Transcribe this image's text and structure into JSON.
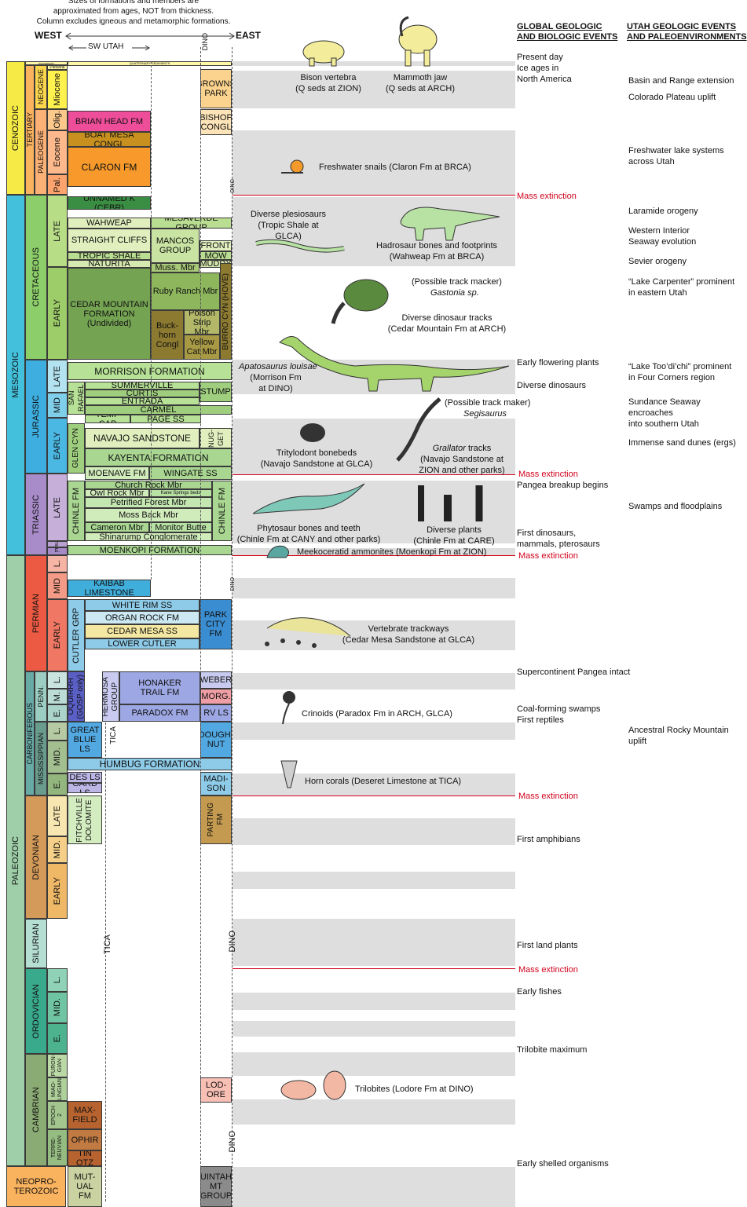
{
  "header": {
    "note": [
      "Sizes of formations and members are",
      "approximated from ages, NOT from thickness.",
      "Column excludes igneous and metamorphic formations."
    ],
    "west": "WEST",
    "east": "EAST",
    "sw_utah": "SW UTAH",
    "dino": "DINO",
    "global_head": [
      "GLOBAL GEOLOGIC",
      "AND BIOLOGIC EVENTS"
    ],
    "utah_head": [
      "UTAH GEOLOGIC EVENTS",
      "AND PALEOENVIRONMENTS"
    ]
  },
  "eras": [
    {
      "name": "CENOZOIC",
      "color": "#f6ea46"
    },
    {
      "name": "MESOZOIC",
      "color": "#43c1dc"
    },
    {
      "name": "PALEOZOIC",
      "color": "#9ecfa8"
    }
  ],
  "neoproterozoic": "NEOPRO-\nTEROZOIC",
  "periods": [
    "QUATERNARY",
    "TERTIARY",
    "NEOGENE",
    "PALEOGENE",
    "CRETACEOUS",
    "JURASSIC",
    "TRIASSIC",
    "PERMIAN",
    "CARBONIFEROUS",
    "PENN.",
    "MISSISSIPPIAN",
    "DEVONIAN",
    "SILURIAN",
    "ORDOVICIAN",
    "CAMBRIAN"
  ],
  "epochs": [
    "Pliocene",
    "Miocene",
    "Olig.",
    "Eocene",
    "Pal.",
    "LATE",
    "EARLY",
    "LATE",
    "MID",
    "EARLY",
    "LATE",
    "MID",
    "E.",
    "L.",
    "MID",
    "EARLY",
    "L.",
    "M.",
    "E.",
    "L.",
    "MID.",
    "E.",
    "LATE",
    "MID.",
    "EARLY",
    "L.",
    "MID.",
    "E.",
    "FURON-\nGIAN",
    "MIAO-\nLINGIAN",
    "EPOCH\n2",
    "TERRE-\nNEUVIAN"
  ],
  "formations": {
    "quat_seds": "QUATERNARY SEDIMENTS",
    "browns_park": "BROWNS\nPARK",
    "brian_head": "BRIAN HEAD FM",
    "bishop": "BISHOP\nCONGL",
    "boat_mesa": "BOAT MESA CONGL",
    "claron": "CLARON FM",
    "unnamed_k": "UNNAMED K (CEBR)",
    "wahweap": "WAHWEAP",
    "mesaverde": "MESAVERDE GROUP",
    "straight_cliffs": "STRAIGHT CLIFFS",
    "mancos": "MANCOS\nGROUP",
    "front": "FRONT",
    "mow": "MOW",
    "tropic": "TROPIC SHALE",
    "naturita": "NATURITA",
    "muddy": "MUDDY",
    "muss": "Muss. Mbr",
    "cedar_mtn": "CEDAR MOUNTAIN\nFORMATION\n(Undivided)",
    "ruby_ranch": "Ruby Ranch Mbr",
    "buckhorn": "Buck-\nhorn\nCongl",
    "poison": "Poison\nStrip Mbr",
    "yellow_cat": "Yellow\nCat Mbr",
    "burro": "BURRO CYN (HOVE)",
    "morrison": "MORRISON FORMATION",
    "san_rafael": "SAN RAFAEL",
    "summerville": "SUMMERVILLE",
    "curtis": "CURTIS",
    "entrada": "ENTRADA",
    "carmel": "CARMEL",
    "stump": "STUMP",
    "temp_cap": "TEMP CAP",
    "page": "PAGE SS",
    "glen_cyn": "GLEN CYN",
    "navajo": "NAVAJO SANDSTONE",
    "nugget": "NUG-\nGET",
    "kayenta": "KAYENTA FORMATION",
    "moenave": "MOENAVE FM",
    "wingate": "WINGATE SS",
    "chinle": "CHINLE FM",
    "church_rock": "Church Rock Mbr",
    "owl_rock": "Owl Rock Mbr",
    "kane": "Kane Springs beds",
    "petrified": "Petrified Forest Mbr",
    "moss_back": "Moss Back Mbr",
    "cameron": "Cameron Mbr",
    "monitor": "Monitor Butte",
    "shinarump": "Shinarump Conglomerate",
    "chinle2": "CHINLE FM",
    "moenkopi": "MOENKOPI FORMATION",
    "kaibab": "KAIBAB LIMESTONE",
    "cutler": "CUTLER GRP",
    "white_rim": "WHITE RIM SS",
    "organ_rock": "ORGAN ROCK FM",
    "cedar_mesa": "CEDAR MESA SS",
    "lower_cutler": "LOWER CUTLER",
    "park_city": "PARK\nCITY\nFM",
    "oquirrh": "OQUIRRH\n(GOSP only)",
    "hermosa": "HERMOSA\nGROUP",
    "honaker": "HONAKER\nTRAIL FM",
    "paradox": "PARADOX FM",
    "weber": "WEBER",
    "morg": "MORG.",
    "rv": "RV LS",
    "great_blue": "GREAT\nBLUE LS",
    "doughnut": "DOUGH-\nNUT",
    "humbug": "HUMBUG FORMATION",
    "des": "DES LS",
    "gard": "GARD LS",
    "madison": "MADI-\nSON",
    "fitchville": "FITCHVILLE\nDOLOMITE",
    "parting": "PARTING\nFM",
    "lodore": "LOD-\nORE",
    "maxfield": "MAX-\nFIELD",
    "ophir": "OPHIR",
    "tin": "TIN QTZ",
    "mutual": "MUT-\nUAL\nFM",
    "uintah": "UINTAH\nMT\nGROUP"
  },
  "column_labels": {
    "tica": "TICA",
    "dino": "DINO"
  },
  "fossils": {
    "bison": "Bison vertebra\n(Q seds at ZION)",
    "mammoth": "Mammoth jaw\n(Q seds at ARCH)",
    "snails": "Freshwater snails (Claron Fm at BRCA)",
    "plesiosaurs": "Diverse plesiosaurs\n(Tropic Shale at GLCA)",
    "hadrosaur": "Hadrosaur bones and footprints\n(Wahweap Fm at BRCA)",
    "gastonia_1": "(Possible track macker)",
    "gastonia_2": "Gastonia sp.",
    "dino_tracks": "Diverse dinosaur tracks\n(Cedar Mountain Fm at ARCH)",
    "apato_1": "Apatosaurus louisae",
    "apato_2": "(Morrison Fm\nat DINO)",
    "segi_1": "(Possible track maker)",
    "segi_2": "Segisaurus",
    "grallator_1": "Grallator",
    "grallator_2": " tracks\n(Navajo Sandstone at\nZION and other parks)",
    "tritylodont": "Tritylodont bonebeds\n(Navajo Sandstone at GLCA)",
    "phytosaur": "Phytosaur bones and teeth\n(Chinle Fm at CANY and other parks)",
    "plants": "Diverse plants\n(Chinle Fm at CARE)",
    "ammonites": "Meekoceratid ammonites (Moenkopi Fm at ZION)",
    "trackways": "Vertebrate trackways\n(Cedar Mesa Sandstone at GLCA)",
    "crinoids": "Crinoids (Paradox Fm in ARCH, GLCA)",
    "corals": "Horn corals (Deseret Limestone at TICA)",
    "trilobites": "Trilobites (Lodore Fm at DINO)"
  },
  "global_events": {
    "present": "Present day\nIce ages in\nNorth America",
    "mass": "Mass extinction",
    "flowering": "Early flowering plants",
    "diverse_dinos": "Diverse dinosaurs",
    "pangea_breakup": "Pangea breakup begins",
    "first_dinos": "First dinosaurs,\nmammals, pterosaurs",
    "pangea_intact": "Supercontinent Pangea intact",
    "coal": "Coal-forming swamps\nFirst reptiles",
    "amphibians": "First amphibians",
    "land_plants": "First land plants",
    "fishes": "Early fishes",
    "trilobite_max": "Trilobite maximum",
    "shelled": "Early shelled organisms"
  },
  "utah_events": {
    "basin": "Basin and Range extension",
    "plateau": "Colorado Plateau uplift",
    "lakes": "Freshwater lake systems\nacross Utah",
    "laramide": "Laramide orogeny",
    "seaway": "Western Interior\nSeaway evolution",
    "sevier": "Sevier orogeny",
    "carpenter": "“Lake Carpenter” prominent\nin eastern Utah",
    "toodichi": "“Lake Too’di’chi” prominent\nin Four Corners region",
    "sundance": "Sundance Seaway encroaches\ninto southern Utah",
    "dunes": "Immense sand dunes (ergs)",
    "swamps": "Swamps and floodplains",
    "ancestral": "Ancestral Rocky Mountain\nuplift"
  }
}
